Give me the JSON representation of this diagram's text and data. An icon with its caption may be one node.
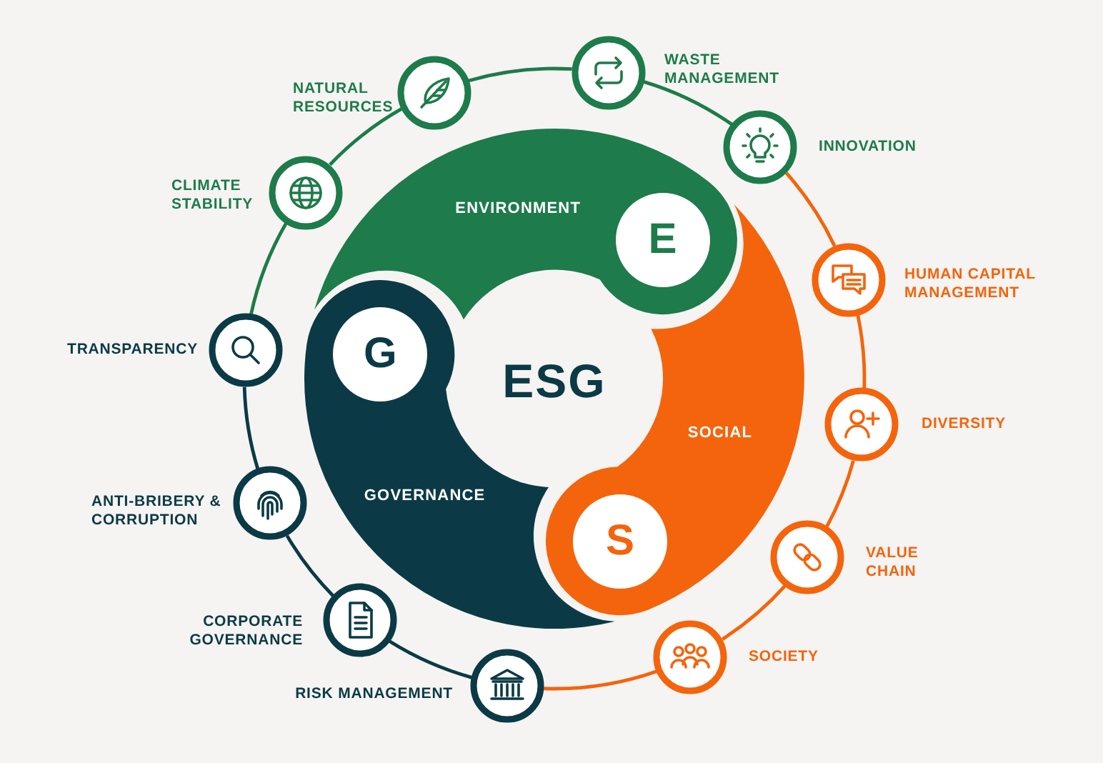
{
  "diagram": {
    "nodes": [
      {
        "text": [
          "ENVIRONMENT"
        ]
      },
      {
        "text": [
          "E"
        ],
        "in": 0
      },
      {
        "text": [
          "GOVERNANCE"
        ]
      },
      {
        "text": [
          "G"
        ],
        "in": 2
      },
      {
        "text": [
          "SOCIAL"
        ]
      },
      {
        "text": [
          "S"
        ],
        "in": 4
      },
      {
        "text": [],
        "shape": "circle",
        "beside": [
          "CLIMATE STABILITY"
        ]
      },
      {
        "text": [],
        "shape": "circle",
        "beside": [
          "NATURAL RESOURCES"
        ]
      },
      {
        "text": [],
        "shape": "circle",
        "beside": [
          "WASTE MANAGEMENT"
        ]
      },
      {
        "text": [],
        "shape": "circle",
        "beside": [
          "INNOVATION"
        ]
      },
      {
        "text": [],
        "shape": "circle",
        "beside": [
          "HUMAN CAPITAL MANAGEMENT"
        ]
      },
      {
        "text": [],
        "shape": "circle",
        "beside": [
          "DIVERSITY"
        ]
      },
      {
        "text": [],
        "shape": "circle",
        "beside": [
          "VALUE CHAIN"
        ]
      },
      {
        "text": [],
        "shape": "circle",
        "beside": [
          "SOCIETY"
        ]
      },
      {
        "text": [],
        "shape": "circle",
        "beside": [
          "RISK MANAGEMENT"
        ]
      },
      {
        "text": [],
        "shape": "circle",
        "beside": [
          "CORPORATE GOVERNANCE"
        ]
      },
      {
        "text": [],
        "shape": "circle",
        "beside": [
          "ANTI-BRIBERY & CORRUPTION"
        ]
      },
      {
        "text": [],
        "shape": "circle",
        "beside": [
          "TRANSPARENCY"
        ]
      }
    ],
    "edges": [
      {
        "from": 6,
        "to": 7,
        "arrow": "none",
        "color": "#1e7b4b"
      },
      {
        "from": 7,
        "to": 8,
        "arrow": "none",
        "color": "#1e7b4b"
      },
      {
        "from": 8,
        "to": 9,
        "arrow": "none",
        "color": "#1e7b4b"
      },
      {
        "from": 9,
        "to": 10,
        "arrow": "none"
      },
      {
        "from": 10,
        "to": 11,
        "arrow": "none"
      },
      {
        "from": 11,
        "to": 12,
        "arrow": "none"
      },
      {
        "from": 12,
        "to": 13,
        "arrow": "none"
      },
      {
        "from": 13,
        "to": 14,
        "arrow": "none"
      },
      {
        "from": 14,
        "to": 15,
        "arrow": "none",
        "color": "#0b3a46"
      },
      {
        "from": 15,
        "to": 16,
        "arrow": "none",
        "color": "#0b3a46"
      },
      {
        "from": 16,
        "to": 17,
        "arrow": "none",
        "color": "#0b3a46"
      },
      {
        "from": 17,
        "to": 6,
        "arrow": "none",
        "color": "#1e7b4b"
      }
    ],
    "labels": [
      "ESG"
    ]
  }
}
